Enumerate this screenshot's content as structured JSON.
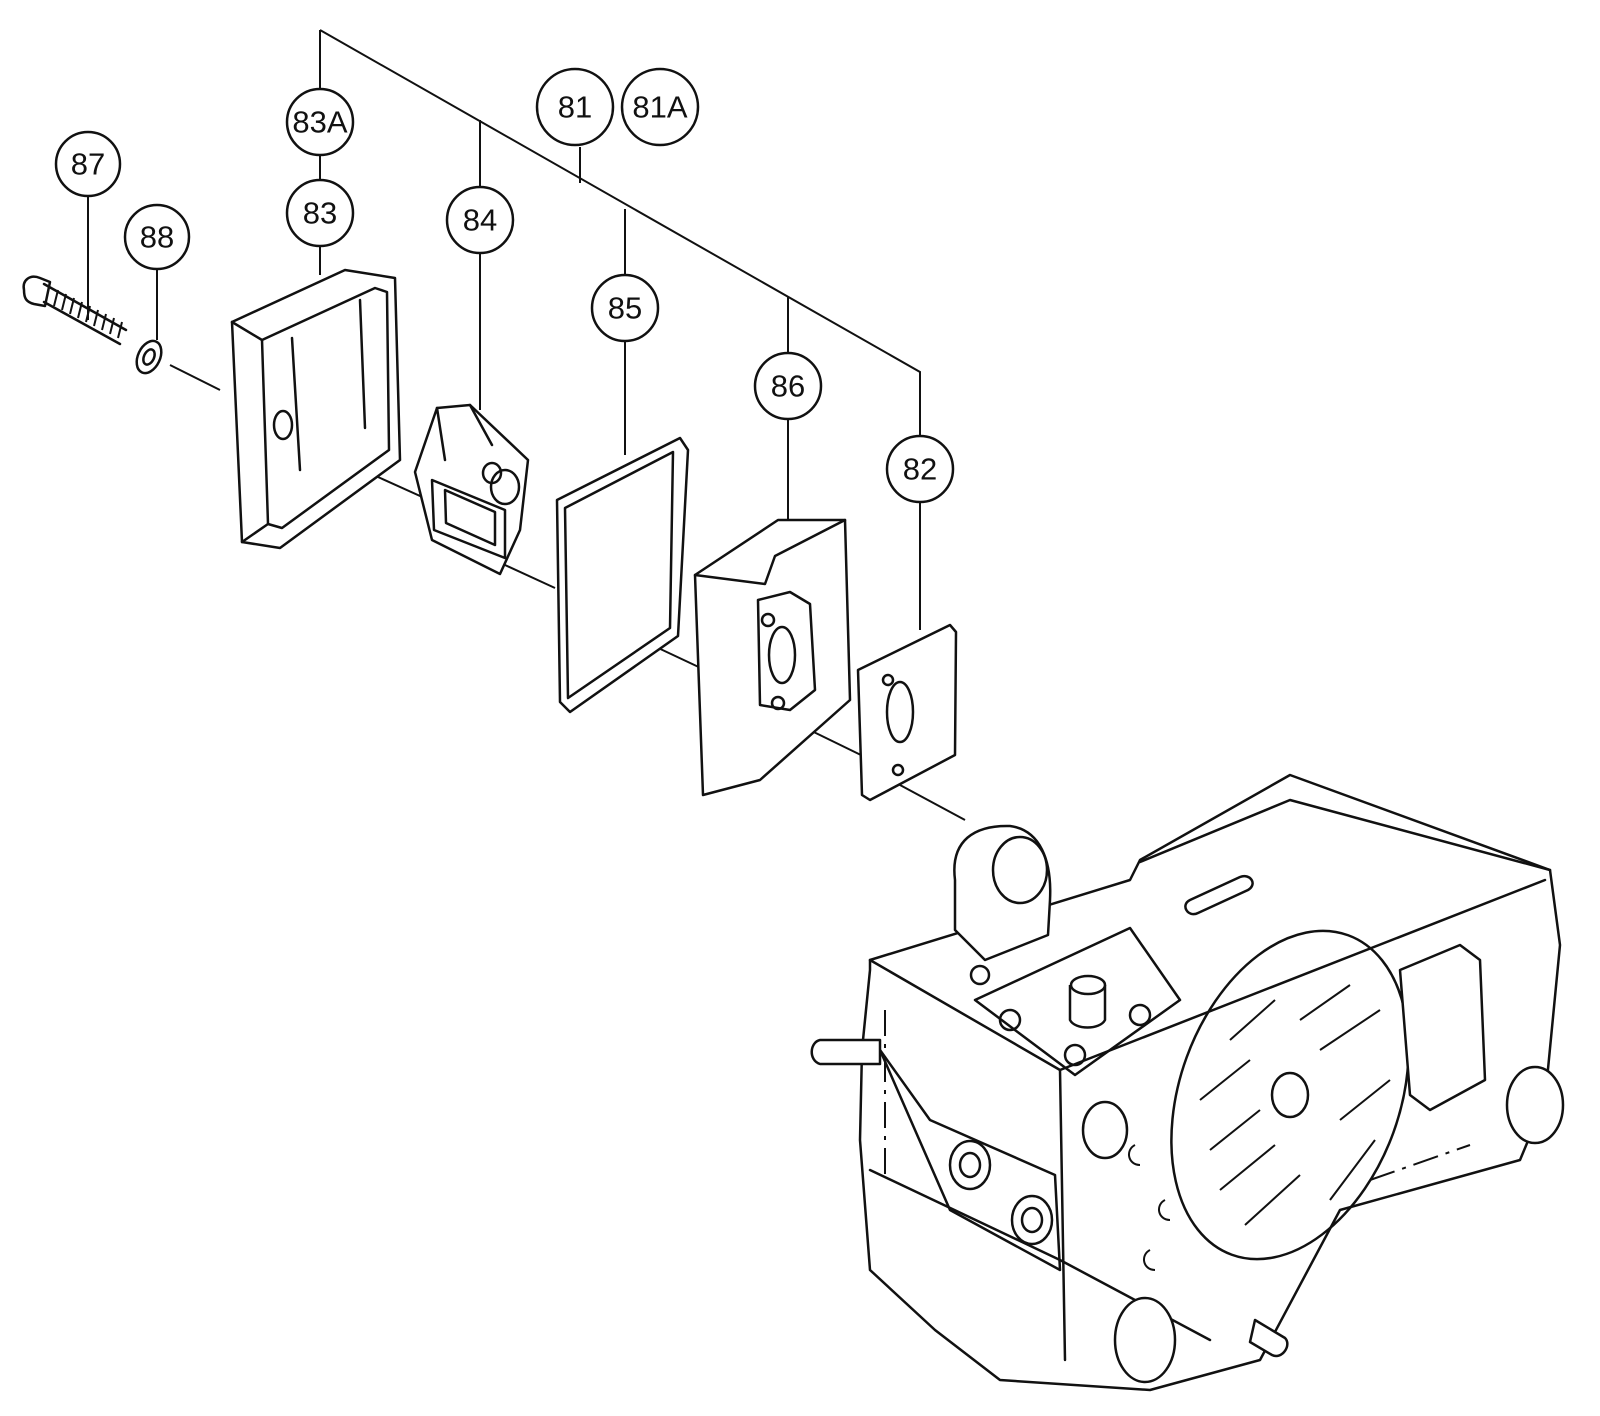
{
  "callouts": {
    "p81": "81",
    "p81a": "81A",
    "p82": "82",
    "p83": "83",
    "p83a": "83A",
    "p84": "84",
    "p85": "85",
    "p86": "86",
    "p87": "87",
    "p88": "88"
  }
}
